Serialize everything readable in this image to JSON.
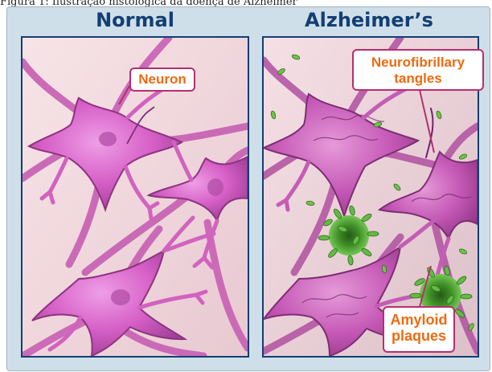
{
  "caption_strip": "Figura 1: Ilustração histológica da doença de Alzheimer",
  "titles": {
    "normal": "Normal",
    "alzheimers": "Alzheimer’s"
  },
  "callouts": {
    "neuron": "Neuron",
    "tangles": "Neurofibrillary tangles",
    "plaques": "Amyloid plaques"
  },
  "colors": {
    "title": "#123f73",
    "callout_text": "#ec6b12",
    "callout_border": "#b82d6f",
    "neuron_fill": "#d86ac9",
    "neuron_shadow": "#9f3e97",
    "plaque": "#4b9d2d",
    "background": "#eed7dc"
  }
}
